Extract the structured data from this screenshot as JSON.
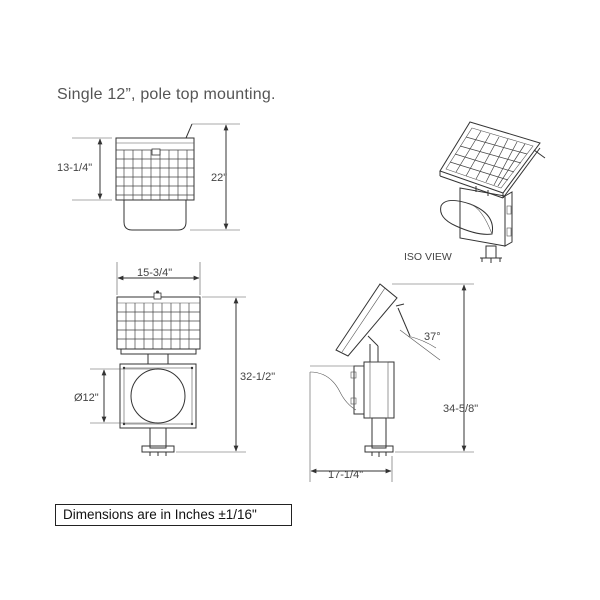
{
  "title": "Single 12”, pole top mounting.",
  "dimensions_note": "Dimensions are in Inches ±1/16\"",
  "iso_label": "ISO VIEW",
  "dims": {
    "top_height_panel": "13-1/4\"",
    "top_height_total": "22\"",
    "front_width": "15-3/4\"",
    "front_height": "32-1/2\"",
    "lens_diameter": "Ø12\"",
    "side_angle": "37°",
    "side_height": "34-5/8\"",
    "side_width": "17-1/4\""
  }
}
